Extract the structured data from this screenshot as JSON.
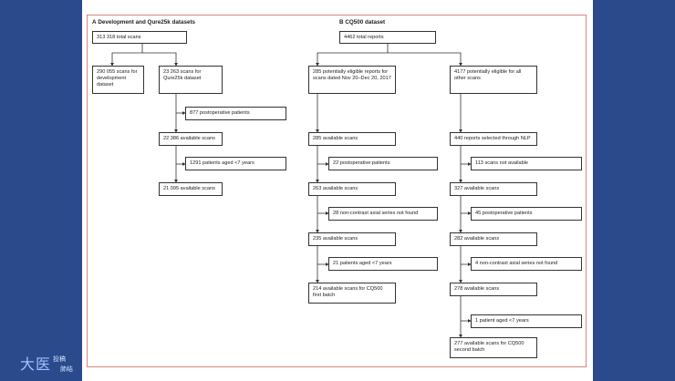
{
  "panel_a": {
    "letter": "A",
    "title": "Development and Qure25k datasets",
    "total": "313 318 total scans",
    "dev": "290 055 scans for development dataset",
    "qure": "23 263 scans for Qure25k dataset",
    "excl1": "877 postoperative patients",
    "avail1": "22 386 available scans",
    "excl2": "1291 patients aged <7 years",
    "avail2": "21 095 available scans"
  },
  "panel_b": {
    "letter": "B",
    "title": "CQ500 dataset",
    "total": "4462 total reports",
    "left": {
      "eligible": "285 potentially eligible reports for scans dated Nov 20–Dec 20, 2017",
      "avail1": "285 available scans",
      "excl1": "22 postoperative patients",
      "avail2": "263 available scans",
      "excl2": "28 non-contrast axial series not found",
      "avail3": "235 available scans",
      "excl3": "21 patients aged <7 years",
      "final": "214 available scans for CQ500 first batch"
    },
    "right": {
      "eligible": "4177 potentially eligible for all other scans",
      "nlp": "440 reports selected through NLP",
      "excl1": "113 scans not available",
      "avail1": "327 available scans",
      "excl2": "45 postoperative patients",
      "avail2": "282 available scans",
      "excl3": "4 non-contrast axial series not found",
      "avail3": "278 available scans",
      "excl4": "1 patient aged <7 years",
      "final": "277 available scans for CQ500 second batch"
    }
  },
  "watermark": {
    "main": "大医",
    "line1": "投稿",
    "line2": "肺结"
  },
  "colors": {
    "background": "#2a4a8c",
    "frame": "#d9867d"
  }
}
